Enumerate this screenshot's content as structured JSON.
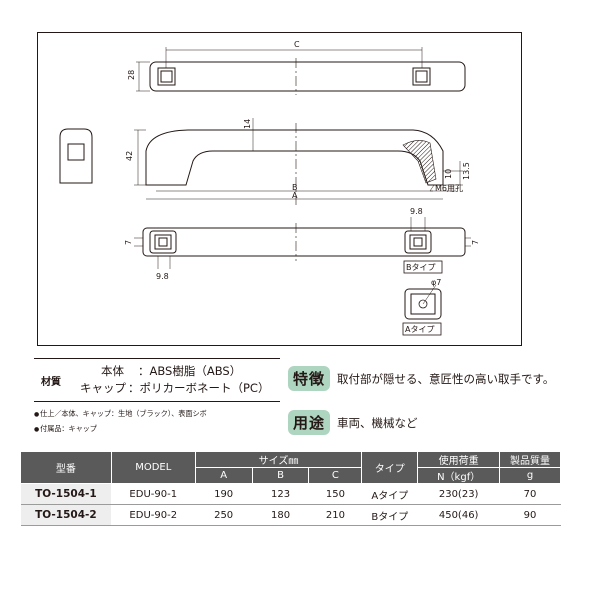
{
  "drawing": {
    "labels": {
      "c": "C",
      "b": "B",
      "a": "A",
      "h28": "28",
      "h42": "42",
      "d14": "14",
      "d7l": "7",
      "d7r": "7",
      "d98l": "9.8",
      "d98r": "9.8",
      "d135": "13.5",
      "d10": "10",
      "m6": "M6用孔",
      "phi7": "φ7",
      "btype": "Bタイプ",
      "atype": "Aタイプ"
    }
  },
  "material": {
    "heading": "材質",
    "rows": [
      {
        "key": "本体",
        "sep": "：",
        "value": "ABS樹脂（ABS）"
      },
      {
        "key": "キャップ",
        "sep": "：",
        "value": "ポリカーボネート（PC）"
      }
    ]
  },
  "notes": [
    "仕上／本体、キャップ：生地（ブラック）、表面シボ",
    "付属品：キャップ"
  ],
  "features": {
    "tokucho": {
      "label": "特徴",
      "text": "取付部が隠せる、意匠性の高い取手です。"
    },
    "yoto": {
      "label": "用途",
      "text": "車両、機械など"
    }
  },
  "table": {
    "headers": {
      "code": "型番",
      "model": "MODEL",
      "size": "サイズ㎜",
      "a": "A",
      "b": "B",
      "c": "C",
      "type": "タイプ",
      "load": "使用荷重",
      "load_unit": "N（kgf）",
      "weight": "製品質量",
      "weight_unit": "g"
    },
    "rows": [
      {
        "code": "TO-1504-1",
        "model": "EDU-90-1",
        "a": "190",
        "b": "123",
        "c": "150",
        "type": "Aタイプ",
        "load": "230(23)",
        "weight": "70"
      },
      {
        "code": "TO-1504-2",
        "model": "EDU-90-2",
        "a": "250",
        "b": "180",
        "c": "210",
        "type": "Bタイプ",
        "load": "450(46)",
        "weight": "90"
      }
    ]
  }
}
